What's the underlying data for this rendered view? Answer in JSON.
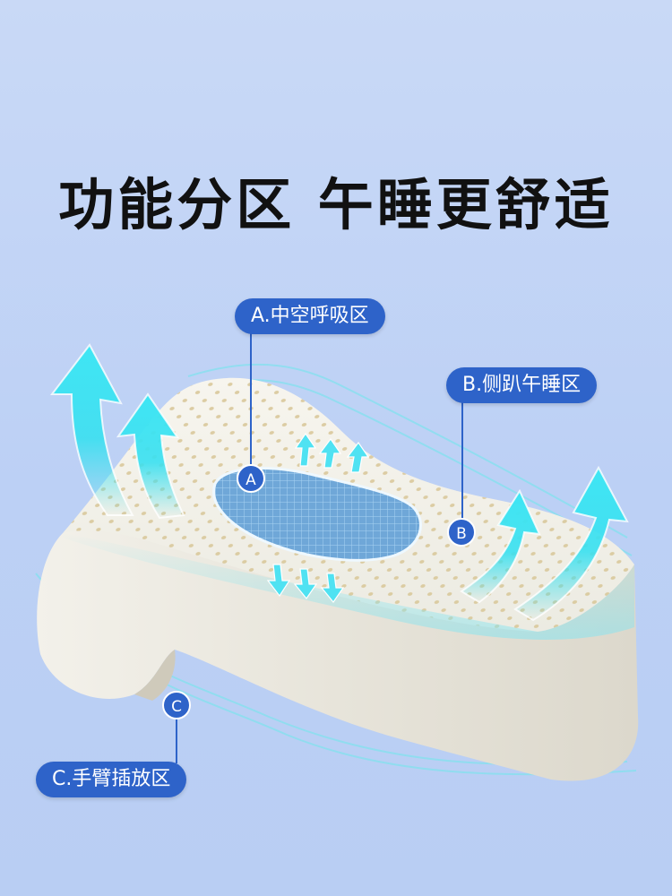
{
  "headline": "功能分区 午睡更舒适",
  "zones": {
    "a": {
      "label": "A.中空呼吸区",
      "marker": "A"
    },
    "b": {
      "label": "B.侧趴午睡区",
      "marker": "B"
    },
    "c": {
      "label": "C.手臂插放区",
      "marker": "C"
    }
  },
  "colors": {
    "background": "#c4d6f6",
    "accent": "#2e63c9",
    "arrow": "#38e0f0",
    "pillow": "#efede4"
  }
}
